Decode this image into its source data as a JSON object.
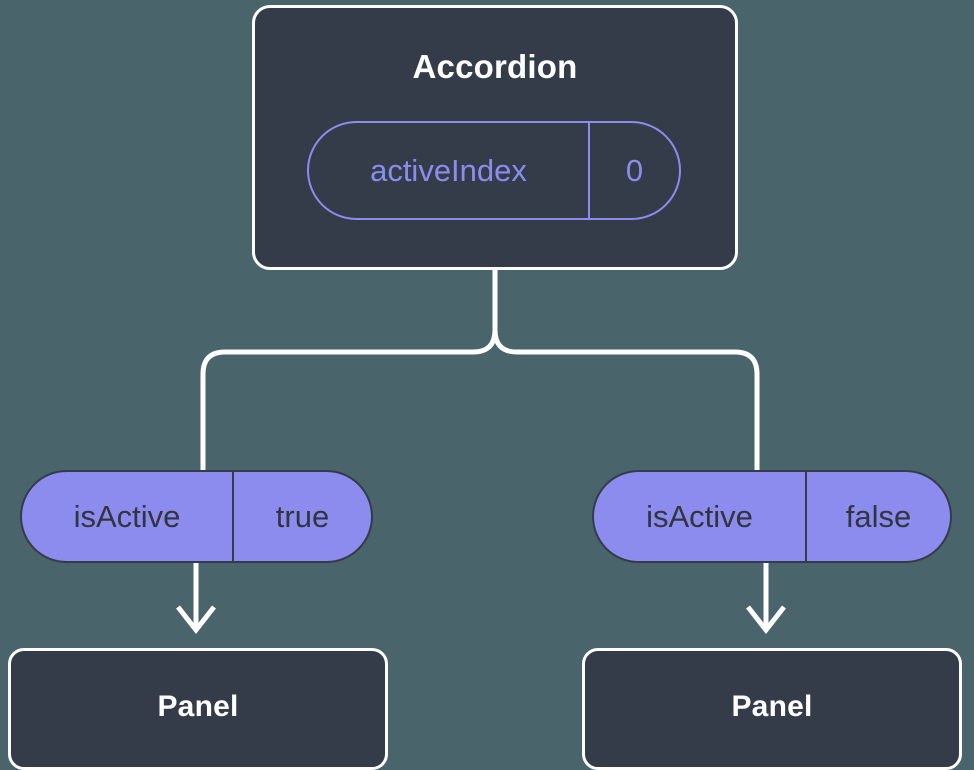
{
  "theme": {
    "background": "#4a646c",
    "node_fill": "#343b49",
    "node_border": "#ffffff",
    "accent_purple": "#8c8cee",
    "edge_color": "#ffffff",
    "pill_text_dark": "#30353f"
  },
  "diagram": {
    "type": "component-state-tree",
    "root": {
      "title": "Accordion",
      "state": {
        "key": "activeIndex",
        "value": "0"
      }
    },
    "branches": [
      {
        "prop": {
          "key": "isActive",
          "value": "true"
        },
        "child": {
          "title": "Panel"
        }
      },
      {
        "prop": {
          "key": "isActive",
          "value": "false"
        },
        "child": {
          "title": "Panel"
        }
      }
    ]
  }
}
